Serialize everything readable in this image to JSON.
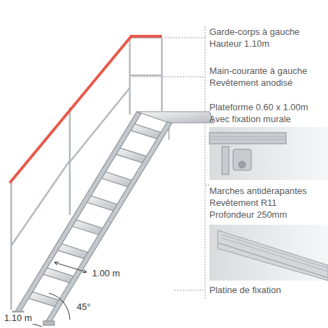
{
  "diagram": {
    "labels": [
      "Garde-corps à gauche",
      "Hauteur 1.10m",
      "Main-courante à gauche",
      "Revêtement anodisé",
      "Plateforme 0.60 x 1.00m",
      "Avec fixation murale",
      "Marches antidérapantes",
      "Revêtement R11",
      "Profondeur 250mm",
      "Platine de fixation",
      "1.00 m",
      "45°",
      "1.10 m"
    ]
  }
}
